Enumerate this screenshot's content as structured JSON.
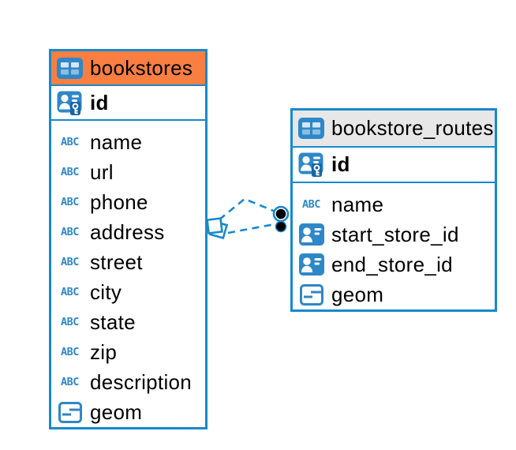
{
  "window": {
    "background": "#ffffff"
  },
  "colors": {
    "accent_blue": "#1789cd",
    "icon_blue": "#2e87c8",
    "selected_header_orange": "#f97e41",
    "header_gray": "#e7e7e7",
    "key_patch_blue": "#1566a8",
    "text": "#000000",
    "endpoint_dot": "#000000"
  },
  "icons": {
    "text_type_label": "ABC"
  },
  "tables": [
    {
      "title": "bookstores",
      "key_field": "id",
      "fields": [
        "name",
        "url",
        "phone",
        "address",
        "street",
        "city",
        "state",
        "zip",
        "description",
        "geom"
      ]
    },
    {
      "title": "bookstore_routes",
      "key_field": "id",
      "fields": [
        "name",
        "start_store_id",
        "end_store_id",
        "geom"
      ]
    }
  ],
  "relationship": {
    "style": "dashed",
    "from_table": "bookstores",
    "to_table": "bookstore_routes"
  }
}
